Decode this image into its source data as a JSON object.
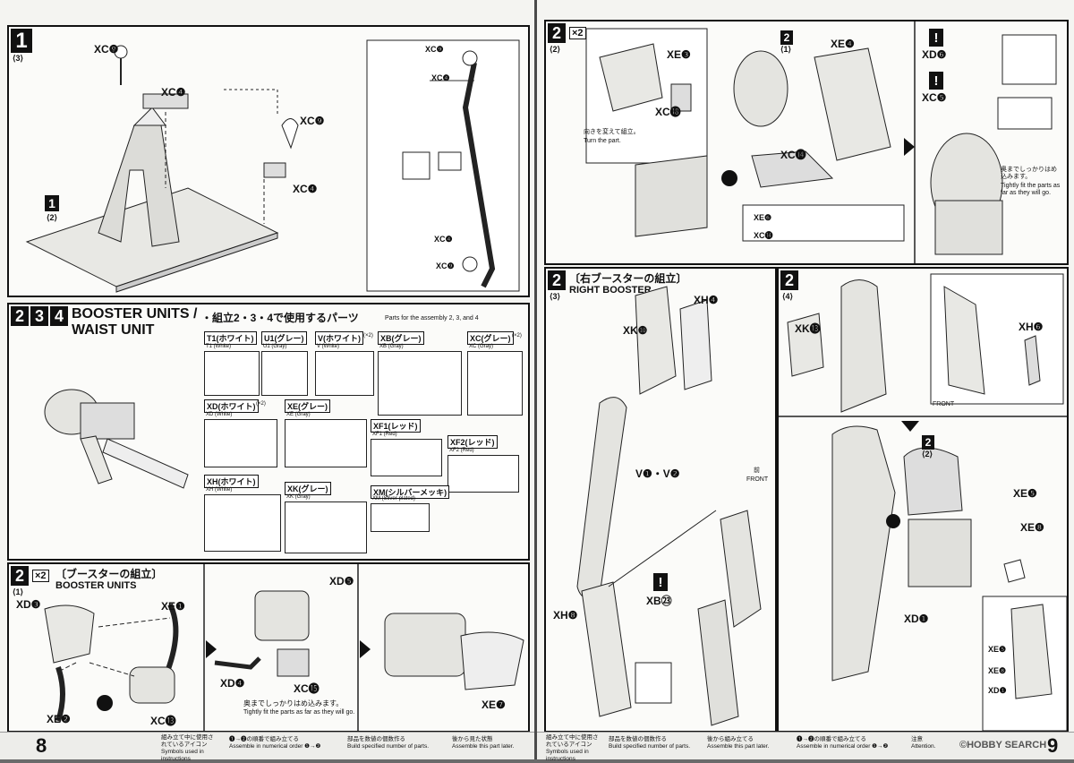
{
  "pages": {
    "left_number": "8",
    "right_number": "9"
  },
  "step1": {
    "number": "1",
    "sub": "⟨3⟩",
    "base_step": "1",
    "base_sub": "⟨2⟩",
    "labels": [
      "XC❾",
      "XC❹",
      "XC❾",
      "XC❹",
      "XC❾",
      "XC❹",
      "XC❹",
      "XC❾"
    ]
  },
  "booster_parts": {
    "step_numbers": [
      "2",
      "3",
      "4"
    ],
    "title_line1": "BOOSTER UNITS /",
    "title_line2": "WAIST UNIT",
    "parts_heading": "・組立2・3・4で使用するパーツ",
    "parts_heading_en": "Parts for the assembly 2, 3, and 4",
    "runners": [
      {
        "tag": "T1(ホワイト)",
        "sub": "T1 (White)"
      },
      {
        "tag": "U1(グレー)",
        "sub": "U1 (Gray)"
      },
      {
        "tag": "V(ホワイト)",
        "sub": "V (White)",
        "count": "(×2)"
      },
      {
        "tag": "XB(グレー)",
        "sub": "XB (Gray)"
      },
      {
        "tag": "XC(グレー)",
        "sub": "XC (Gray)",
        "count": "(×2)"
      },
      {
        "tag": "XD(ホワイト)",
        "sub": "XD (White)",
        "count": "(×2)"
      },
      {
        "tag": "XE(グレー)",
        "sub": "XE (Gray)"
      },
      {
        "tag": "XF1(レッド)",
        "sub": "XF1 (Red)"
      },
      {
        "tag": "XF2(レッド)",
        "sub": "XF2 (Red)"
      },
      {
        "tag": "XH(ホワイト)",
        "sub": "XH (White)"
      },
      {
        "tag": "XK(グレー)",
        "sub": "XK (Gray)"
      },
      {
        "tag": "XM(シルバーメッキ)",
        "sub": "XM (Silver-plated)"
      }
    ]
  },
  "booster_units": {
    "step": "2",
    "sub": "⟨1⟩",
    "count": "×2",
    "title_jp": "〔ブースターの組立〕",
    "title_en": "BOOSTER UNITS",
    "labels": [
      "XD❸",
      "XE❶",
      "XE❷",
      "XC⓭",
      "XD❺",
      "XD❹",
      "XC⓯",
      "XE❼"
    ],
    "note_jp": "奥までしっかりはめ込みます。",
    "note_en": "Tightly fit the parts as far as they will go."
  },
  "waist": {
    "step": "2",
    "sub": "⟨2⟩",
    "count": "×2",
    "turn_jp": "向きを変えて組立。",
    "turn_en": "Turn the part.",
    "labels": [
      "XE❸",
      "XC⓲",
      "2",
      "⟨1⟩",
      "XE❹",
      "XC⓮",
      "XE❻",
      "XC⓮"
    ],
    "right_labels": [
      "XD❻",
      "XC❺"
    ],
    "note_jp": "奥までしっかりはめ込みます。",
    "note_en": "Tightly fit the parts as far as they will go."
  },
  "right_booster": {
    "step": "2",
    "sub": "⟨3⟩",
    "title_jp": "〔右ブースターの組立〕",
    "title_en": "RIGHT BOOSTER",
    "labels": [
      "XH❹",
      "XK❿",
      "V❶・V❷",
      "XH❽",
      "XB㉓"
    ],
    "front": "FRONT",
    "front_jp": "前"
  },
  "step24": {
    "step": "2",
    "sub": "⟨4⟩",
    "labels": [
      "XK⓭",
      "XH❻",
      "2",
      "⟨2⟩",
      "XE❺",
      "XE❽",
      "XD❶"
    ],
    "inset_labels": [
      "XE❺",
      "XE❽",
      "XD❶"
    ],
    "front": "FRONT"
  },
  "footer_left": {
    "heading_jp": "組み立て中に使用されているアイコン",
    "heading_en": "Symbols used in instructions",
    "icons": [
      {
        "jp": "❶→❷の順番で組み立てる",
        "en": "Assemble in numerical order ❶→❷"
      },
      {
        "jp": "部品を数値の個数作る",
        "en": "Build specified number of parts."
      },
      {
        "jp": "後から見た状態",
        "en": "Assemble this part later."
      }
    ]
  },
  "footer_right": {
    "heading_jp": "組み立て中に使用されているアイコン",
    "heading_en": "Symbols used in instructions",
    "icons": [
      {
        "jp": "部品を数値の個数作る",
        "en": "Build specified number of parts."
      },
      {
        "jp": "後から組み立てる",
        "en": "Assemble this part later."
      },
      {
        "jp": "❶→❷の順番で組み立てる",
        "en": "Assemble in numerical order ❶→❷"
      },
      {
        "jp": "注意",
        "en": "Attention."
      }
    ],
    "watermark": "©HOBBY SEARCH"
  }
}
